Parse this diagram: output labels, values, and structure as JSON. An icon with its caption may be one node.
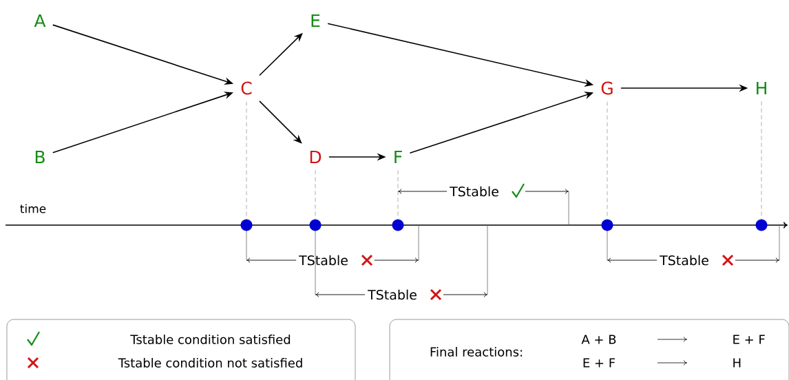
{
  "diagram": {
    "nodes": [
      {
        "text": [
          "A"
        ]
      },
      {
        "text": [
          "B"
        ]
      },
      {
        "text": [
          "C"
        ]
      },
      {
        "text": [
          "D"
        ]
      },
      {
        "text": [
          "E"
        ]
      },
      {
        "text": [
          "F"
        ]
      },
      {
        "text": [
          "G"
        ]
      },
      {
        "text": [
          "H"
        ]
      },
      {
        "text": [],
        "shape": "circle"
      },
      {
        "text": [],
        "shape": "circle"
      },
      {
        "text": [],
        "shape": "circle"
      },
      {
        "text": [],
        "shape": "circle"
      },
      {
        "text": [],
        "shape": "circle"
      },
      {
        "text": [
          "Final reactions:",
          "A + B",
          "E + F",
          "E + F",
          "H"
        ]
      }
    ],
    "edges": [
      {
        "from": 0,
        "to": 2,
        "arrow": "to"
      },
      {
        "from": 1,
        "to": 2,
        "arrow": "to"
      },
      {
        "from": 2,
        "to": 4,
        "arrow": "to"
      },
      {
        "from": 2,
        "to": 3,
        "arrow": "to"
      },
      {
        "from": 3,
        "to": 5,
        "arrow": "to"
      },
      {
        "from": 4,
        "to": 6,
        "arrow": "to"
      },
      {
        "from": 5,
        "to": 6,
        "arrow": "to"
      },
      {
        "from": 6,
        "to": 7,
        "arrow": "to"
      },
      {
        "from": 2,
        "to": 8,
        "arrow": "none",
        "style": "dashed",
        "color": "#999999"
      },
      {
        "from": 3,
        "to": 9,
        "arrow": "none",
        "style": "dashed",
        "color": "#999999"
      },
      {
        "from": 5,
        "to": 10,
        "arrow": "none",
        "style": "dashed",
        "color": "#999999"
      },
      {
        "from": 6,
        "to": 11,
        "arrow": "none",
        "style": "dashed",
        "color": "#999999"
      },
      {
        "from": 7,
        "to": 12,
        "arrow": "none",
        "style": "dashed",
        "color": "#999999"
      }
    ],
    "labels": [
      "time",
      "TStable",
      "TStable",
      "TStable",
      "TStable"
    ],
    "legend": [
      {
        "text": "Tstable condition satisfied"
      },
      {
        "text": "Tstable condition not satisfied"
      }
    ]
  }
}
